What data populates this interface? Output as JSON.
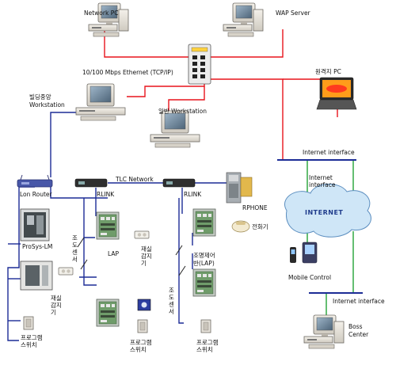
{
  "labels": {
    "network_pc": "Network PC",
    "wap_server": "WAP Server",
    "ethernet": "10/100 Mbps Ethernet (TCP/IP)",
    "remote_pc": "원격지 PC",
    "bldg_ws_1": "빌딩중앙",
    "bldg_ws_2": "Workstation",
    "general_ws": "일반 Workstation",
    "inet_if_top": "Internet interface",
    "tlc_network": "TLC Network",
    "lon_router": "Lon Router",
    "rlink_left": "RLINK",
    "rlink_right": "RLINK",
    "rphone": "RPHONE",
    "phone": "전화기",
    "inet_if_mid_1": "Internet",
    "inet_if_mid_2": "interface",
    "internet": "INTERNET",
    "prosys": "ProSys-LM",
    "lap": "LAP",
    "light_sensor_left": "조도센서",
    "light_sensor_right": "조도센서",
    "occ_sensor_mid": "재실감지기",
    "occ_sensor_left": "재실감지기",
    "lighting_panel_1": "조명제어",
    "lighting_panel_2": "반(LAP)",
    "mobile_control": "Mobile Control",
    "inet_if_bottom": "Internet interface",
    "prog_switch_left": "프로그램스위치",
    "prog_switch_mid": "프로그램스위치",
    "prog_switch_right": "프로그램스위치",
    "boss_center_1": "Boss",
    "boss_center_2": "Center"
  },
  "colors": {
    "ethernet_line": "#e8141c",
    "tlc_line": "#1c2c96",
    "internet_line": "#23a336",
    "cloud_fill": "#cfe6f7",
    "cloud_text": "#1f3c8c"
  },
  "icons": [
    "desktop-pc-icon",
    "ethernet-hub-icon",
    "laptop-icon",
    "workstation-icon",
    "lon-router-icon",
    "rlink-icon",
    "rphone-icon",
    "telephone-icon",
    "internet-cloud-icon",
    "cabinet-icon",
    "lap-panel-icon",
    "light-sensor-icon",
    "occupancy-sensor-icon",
    "program-switch-icon",
    "mobile-phone-icon",
    "pda-icon"
  ]
}
